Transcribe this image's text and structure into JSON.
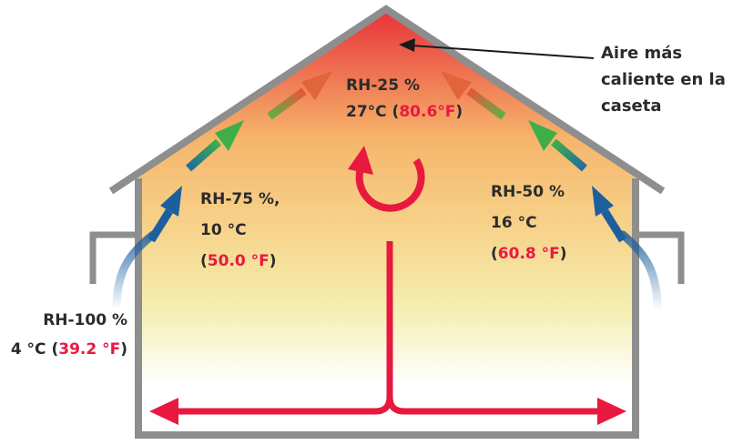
{
  "colors": {
    "wall": "#8e8e8e",
    "gradient_top": "#e8333a",
    "gradient_mid": "#f7c67a",
    "gradient_low": "#f4efb0",
    "gradient_bottom": "#ffffff",
    "arrow_red": "#e8193f",
    "arrow_blue": "#1d5f9e",
    "arrow_green": "#3fae49",
    "arrow_orange": "#e8553a",
    "text": "#2b2b2b",
    "accent_text": "#e8193f"
  },
  "annotation": {
    "lines": [
      "Aire más",
      "caliente en la",
      "caseta"
    ]
  },
  "zones": {
    "top": {
      "rh": "RH-25 %",
      "temp_c": "27°C (",
      "temp_f": "80.6°F",
      "close": ")"
    },
    "left_mid": {
      "rh": "RH-75 %,",
      "temp_c": "10 °C",
      "open": "(",
      "temp_f": "50.0 °F",
      "close": ")"
    },
    "right_mid": {
      "rh": "RH-50 %",
      "temp_c": "16 °C",
      "open": "(",
      "temp_f": "60.8 °F",
      "close": ")"
    },
    "outside": {
      "rh": "RH-100 %",
      "temp_c": "4 °C (",
      "temp_f": "39.2 °F",
      "close": ")"
    }
  },
  "icons": {
    "circulation": "circular-arrow-icon",
    "airflow": "airflow-arrow-icon"
  }
}
